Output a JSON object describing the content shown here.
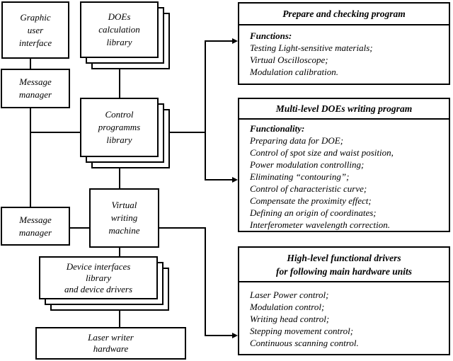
{
  "left_boxes": {
    "gui": "Graphic\nuser\ninterface",
    "does_library": "DOEs\ncalculation\nlibrary",
    "message_manager_top": "Message\nmanager",
    "control_library": "Control\nprogramms\nlibrary",
    "message_manager_bottom": "Message\nmanager",
    "virtual_writing_machine": "Virtual\nwriting\nmachine",
    "device_interfaces": "Device interfaces\nlibrary\nand device drivers",
    "laser_hardware": "Laser writer\nhardware"
  },
  "right_boxes": [
    {
      "title": "Prepare and checking program",
      "intro": "Functions:",
      "lines": [
        "Testing Light-sensitive materials;",
        "Virtual Oscilloscope;",
        "Modulation calibration."
      ]
    },
    {
      "title": "Multi-level DOEs writing program",
      "intro": "Functionality:",
      "lines": [
        "Preparing data for DOE;",
        "Control of spot size and waist position,",
        "Power modulation controlling;",
        "Eliminating “contouring”;",
        "Control of characteristic curve;",
        "Compensate the proximity effect;",
        "Defining an origin of coordinates;",
        "Interferometer wavelength correction."
      ]
    },
    {
      "title": "High-level functional drivers\nfor following main hardware units",
      "intro": "",
      "lines": [
        "Laser Power control;",
        "Modulation control;",
        "Writing head control;",
        "Stepping movement control;",
        "Continuous scanning control."
      ]
    }
  ],
  "colors": {
    "line": "#000000",
    "background": "#ffffff",
    "box_fill": "#ffffff"
  }
}
